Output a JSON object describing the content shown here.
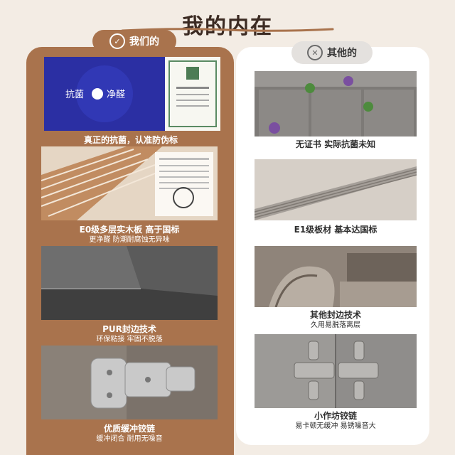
{
  "title": "我的内在",
  "mine": {
    "badge_label": "我们的",
    "items": [
      {
        "main": "真正的抗菌，认准防伪标",
        "sub": "",
        "logo_text_left": "抗菌",
        "logo_text_right": "净醛"
      },
      {
        "main": "E0级多层实木板 高于国标",
        "sub": "更净醛 防潮耐腐蚀无异味"
      },
      {
        "main": "PUR封边技术",
        "sub": "环保粘接 牢固不脱落"
      },
      {
        "main": "优质缓冲铰链",
        "sub": "缓冲闭合 耐用无噪音"
      }
    ]
  },
  "others": {
    "badge_label": "其他的",
    "items": [
      {
        "main": "无证书 实际抗菌未知",
        "sub": ""
      },
      {
        "main": "E1级板材 基本达国标",
        "sub": ""
      },
      {
        "main": "其他封边技术",
        "sub": "久用易脱落离层"
      },
      {
        "main": "小作坊铰链",
        "sub": "易卡顿无缓冲 易锈噪音大"
      }
    ]
  },
  "colors": {
    "brand": "#a9734d",
    "bg": "#f3ece4"
  }
}
